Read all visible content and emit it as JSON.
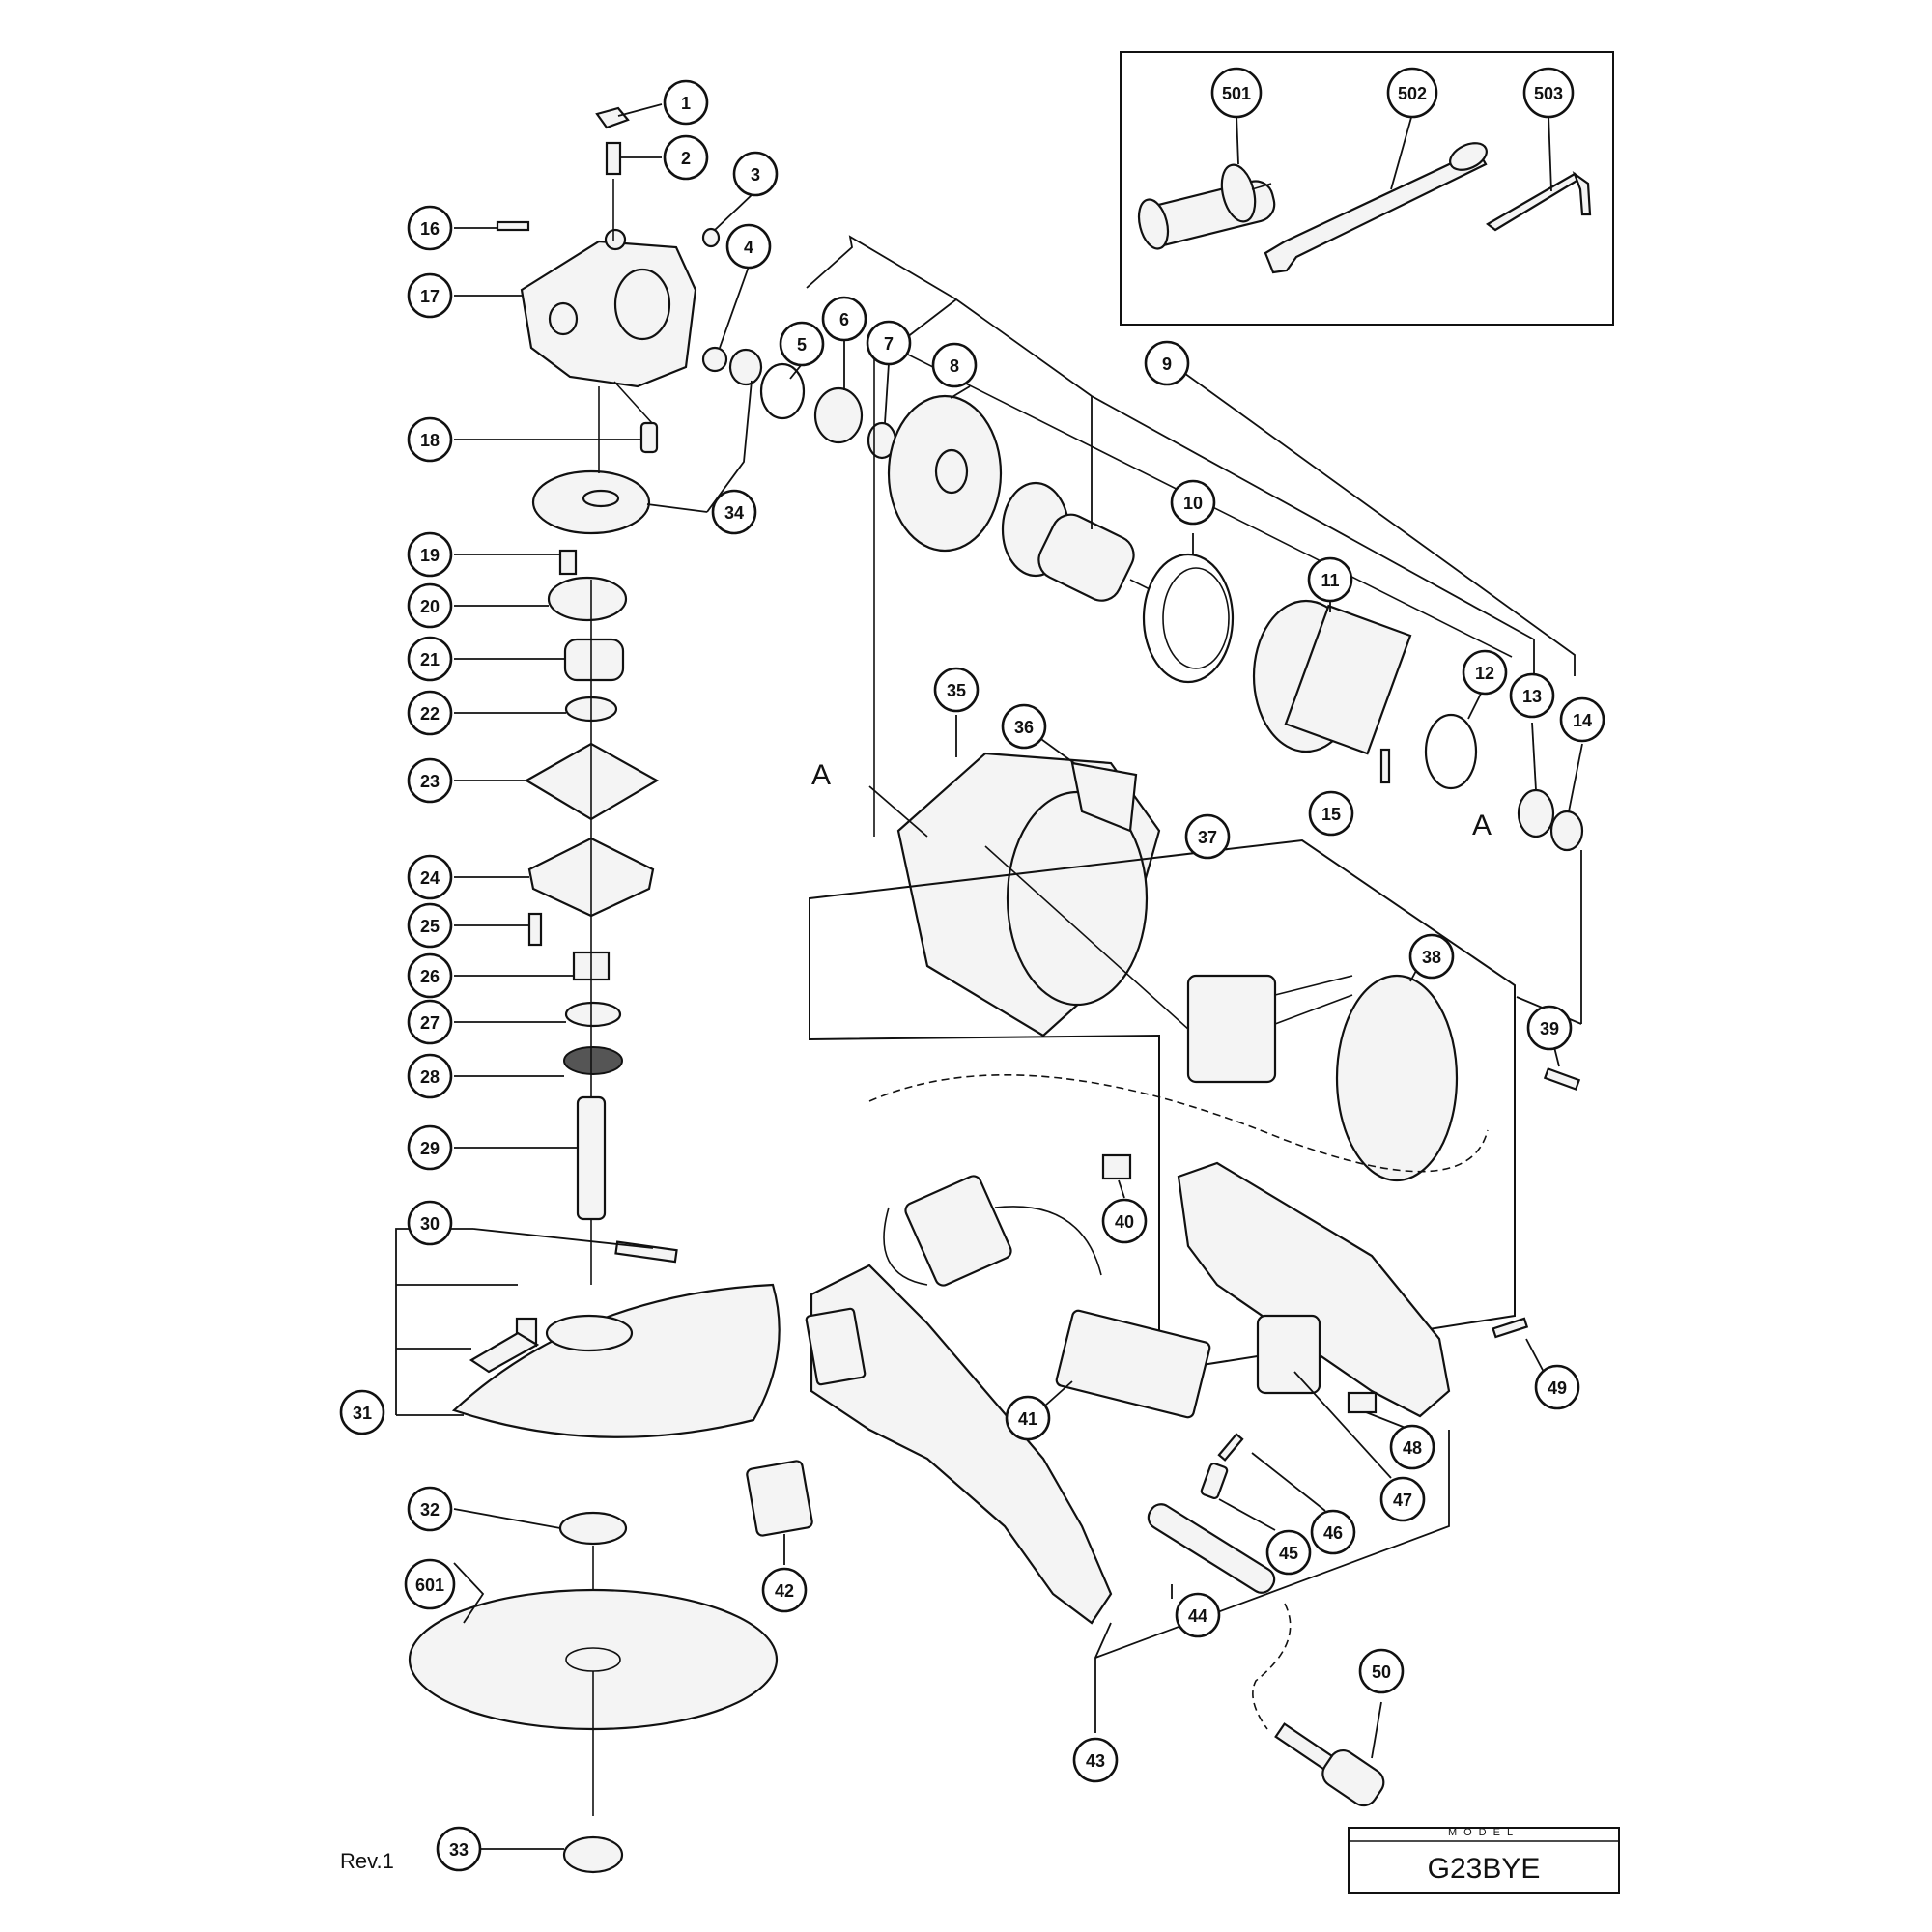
{
  "balloons": [
    {
      "id": "b1",
      "label": "1"
    },
    {
      "id": "b2",
      "label": "2"
    },
    {
      "id": "b3",
      "label": "3"
    },
    {
      "id": "b4",
      "label": "4"
    },
    {
      "id": "b5",
      "label": "5"
    },
    {
      "id": "b6",
      "label": "6"
    },
    {
      "id": "b7",
      "label": "7"
    },
    {
      "id": "b8",
      "label": "8"
    },
    {
      "id": "b9",
      "label": "9"
    },
    {
      "id": "b10",
      "label": "10"
    },
    {
      "id": "b11",
      "label": "11"
    },
    {
      "id": "b12",
      "label": "12"
    },
    {
      "id": "b13",
      "label": "13"
    },
    {
      "id": "b14",
      "label": "14"
    },
    {
      "id": "b15",
      "label": "15"
    },
    {
      "id": "b16",
      "label": "16"
    },
    {
      "id": "b17",
      "label": "17"
    },
    {
      "id": "b18",
      "label": "18"
    },
    {
      "id": "b19",
      "label": "19"
    },
    {
      "id": "b20",
      "label": "20"
    },
    {
      "id": "b21",
      "label": "21"
    },
    {
      "id": "b22",
      "label": "22"
    },
    {
      "id": "b23",
      "label": "23"
    },
    {
      "id": "b24",
      "label": "24"
    },
    {
      "id": "b25",
      "label": "25"
    },
    {
      "id": "b26",
      "label": "26"
    },
    {
      "id": "b27",
      "label": "27"
    },
    {
      "id": "b28",
      "label": "28"
    },
    {
      "id": "b29",
      "label": "29"
    },
    {
      "id": "b30",
      "label": "30"
    },
    {
      "id": "b31",
      "label": "31"
    },
    {
      "id": "b32",
      "label": "32"
    },
    {
      "id": "b33",
      "label": "33"
    },
    {
      "id": "b34",
      "label": "34"
    },
    {
      "id": "b35",
      "label": "35"
    },
    {
      "id": "b36",
      "label": "36"
    },
    {
      "id": "b37",
      "label": "37"
    },
    {
      "id": "b38",
      "label": "38"
    },
    {
      "id": "b39",
      "label": "39"
    },
    {
      "id": "b40",
      "label": "40"
    },
    {
      "id": "b41",
      "label": "41"
    },
    {
      "id": "b42",
      "label": "42"
    },
    {
      "id": "b43",
      "label": "43"
    },
    {
      "id": "b44",
      "label": "44"
    },
    {
      "id": "b45",
      "label": "45"
    },
    {
      "id": "b46",
      "label": "46"
    },
    {
      "id": "b47",
      "label": "47"
    },
    {
      "id": "b48",
      "label": "48"
    },
    {
      "id": "b49",
      "label": "49"
    },
    {
      "id": "b50",
      "label": "50"
    },
    {
      "id": "b501",
      "label": "501"
    },
    {
      "id": "b502",
      "label": "502"
    },
    {
      "id": "b503",
      "label": "503"
    },
    {
      "id": "b601",
      "label": "601"
    }
  ],
  "ref_markers": {
    "a_left": "A",
    "a_right": "A"
  },
  "revision": "Rev.1",
  "model_box": {
    "caption": "MODEL",
    "value": "G23BYE"
  }
}
